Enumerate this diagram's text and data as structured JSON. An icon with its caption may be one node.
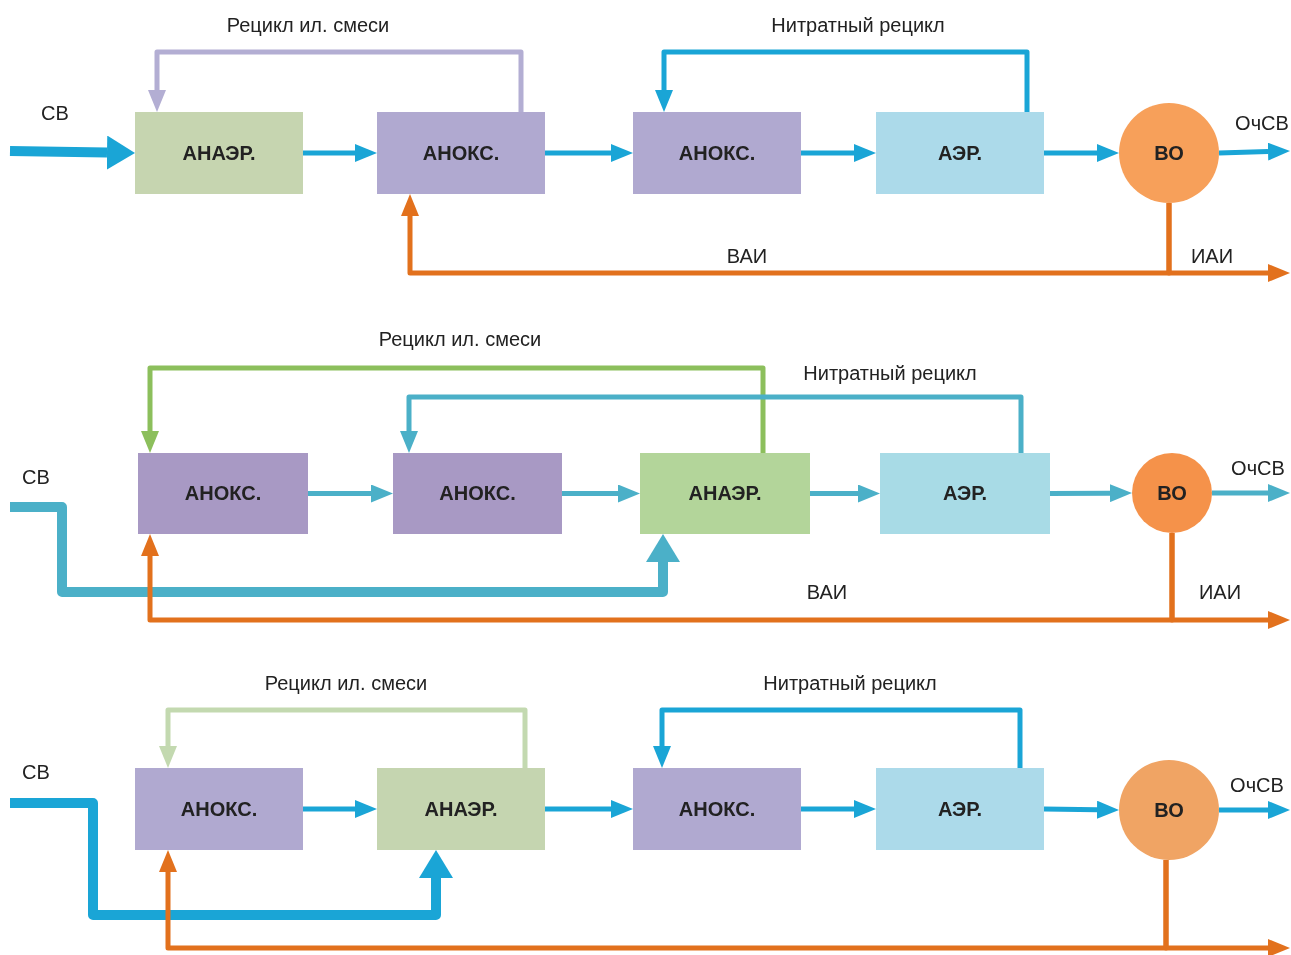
{
  "diagram": {
    "nodes": [
      {
        "text": [
          "АНАЭР."
        ]
      },
      {
        "text": [
          "АНОКС."
        ]
      },
      {
        "text": [
          "АНОКС."
        ]
      },
      {
        "text": [
          "АЭР."
        ]
      },
      {
        "text": [
          "ВО"
        ]
      },
      {
        "text": [
          "АНОКС."
        ]
      },
      {
        "text": [
          "АНОКС."
        ]
      },
      {
        "text": [
          "АНАЭР."
        ]
      },
      {
        "text": [
          "АЭР."
        ]
      },
      {
        "text": [
          "ВО"
        ]
      },
      {
        "text": [
          "АНОКС."
        ]
      },
      {
        "text": [
          "АНАЭР."
        ]
      },
      {
        "text": [
          "АНОКС."
        ]
      },
      {
        "text": [
          "АЭР."
        ]
      },
      {
        "text": [
          "ВО"
        ]
      }
    ],
    "edges": [
      {
        "from": null,
        "to": 0,
        "arrow": "to",
        "label": "СВ",
        "style": "thick"
      },
      {
        "from": 0,
        "to": 1,
        "arrow": "to"
      },
      {
        "from": 1,
        "to": 2,
        "arrow": "to"
      },
      {
        "from": 2,
        "to": 3,
        "arrow": "to"
      },
      {
        "from": 3,
        "to": 4,
        "arrow": "to"
      },
      {
        "from": 4,
        "to": null,
        "arrow": "to",
        "label": "ОчСВ"
      },
      {
        "from": 1,
        "to": 0,
        "arrow": "to",
        "label": "Рецикл ил. смеси",
        "color": "#b3aed3"
      },
      {
        "from": 3,
        "to": 2,
        "arrow": "to",
        "label": "Нитратный рецикл"
      },
      {
        "from": 4,
        "to": 1,
        "arrow": "to",
        "label": "ВАИ",
        "color": "#e2711d"
      },
      {
        "from": 4,
        "to": null,
        "arrow": "to",
        "label": "ИАИ",
        "color": "#e2711d"
      },
      {
        "from": null,
        "to": 7,
        "arrow": "to",
        "label": "СВ",
        "style": "thick",
        "color": "#4bb0c8"
      },
      {
        "from": 5,
        "to": 6,
        "arrow": "to",
        "color": "#4bb0c8"
      },
      {
        "from": 6,
        "to": 7,
        "arrow": "to",
        "color": "#4bb0c8"
      },
      {
        "from": 7,
        "to": 8,
        "arrow": "to",
        "color": "#4bb0c8"
      },
      {
        "from": 8,
        "to": 9,
        "arrow": "to",
        "color": "#4bb0c8"
      },
      {
        "from": 9,
        "to": null,
        "arrow": "to",
        "label": "ОчСВ",
        "color": "#4bb0c8"
      },
      {
        "from": 7,
        "to": 5,
        "arrow": "to",
        "label": "Рецикл ил. смеси",
        "color": "#8cbf5c"
      },
      {
        "from": 8,
        "to": 6,
        "arrow": "to",
        "label": "Нитратный рецикл",
        "color": "#4bb0c8"
      },
      {
        "from": 9,
        "to": 5,
        "arrow": "to",
        "label": "ВАИ",
        "color": "#e2711d"
      },
      {
        "from": 9,
        "to": null,
        "arrow": "to",
        "label": "ИАИ",
        "color": "#e2711d"
      },
      {
        "from": null,
        "to": 11,
        "arrow": "to",
        "label": "СВ",
        "style": "thick"
      },
      {
        "from": 10,
        "to": 11,
        "arrow": "to"
      },
      {
        "from": 11,
        "to": 12,
        "arrow": "to"
      },
      {
        "from": 12,
        "to": 13,
        "arrow": "to"
      },
      {
        "from": 13,
        "to": 14,
        "arrow": "to"
      },
      {
        "from": 14,
        "to": null,
        "arrow": "to",
        "label": "ОчСВ"
      },
      {
        "from": 11,
        "to": 10,
        "arrow": "to",
        "label": "Рецикл ил. смеси",
        "color": "#c3d9b0"
      },
      {
        "from": 13,
        "to": 12,
        "arrow": "to",
        "label": "Нитратный рецикл"
      },
      {
        "from": 14,
        "to": 10,
        "arrow": "to",
        "color": "#e2711d"
      },
      {
        "from": 14,
        "to": null,
        "arrow": "to",
        "color": "#e2711d"
      }
    ]
  }
}
